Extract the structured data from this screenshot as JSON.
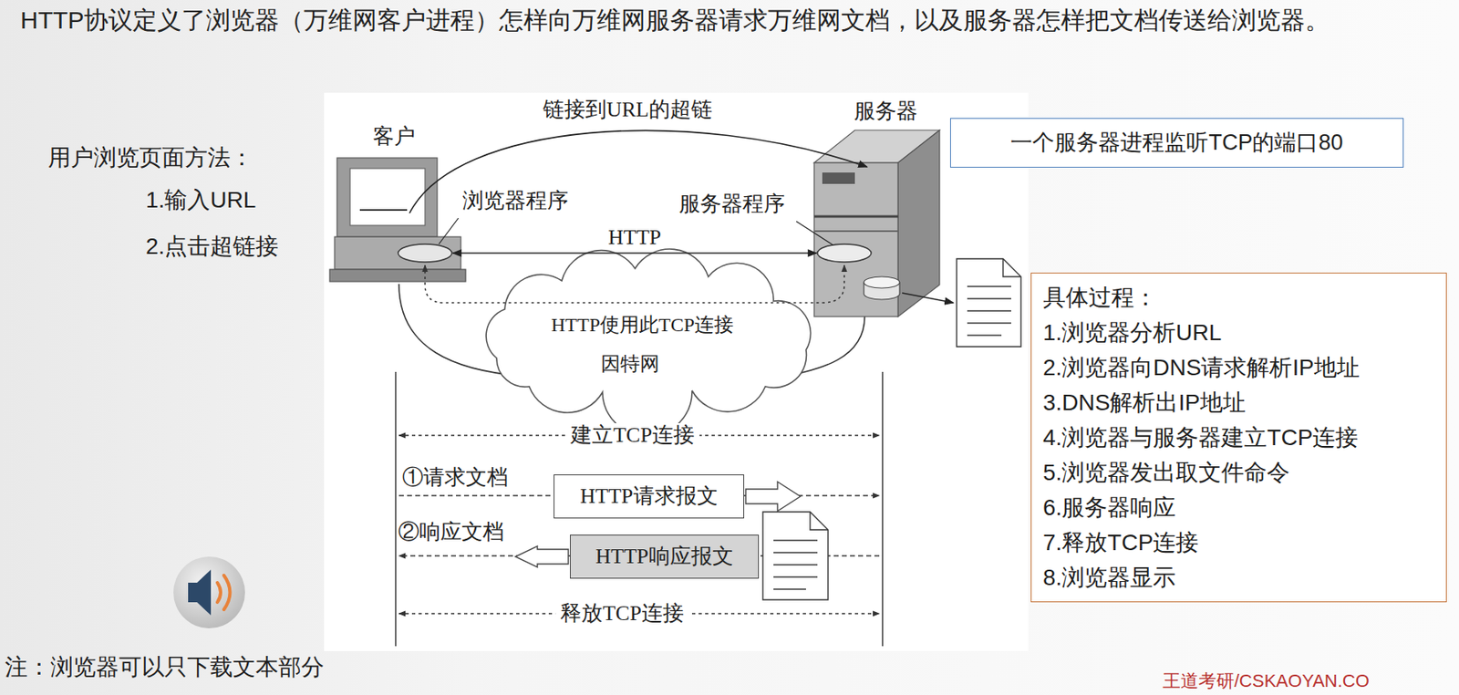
{
  "diagram": {
    "title": "HTTP协议定义了浏览器（万维网客户进程）怎样向万维网服务器请求万维网文档，以及服务器怎样把文档传送给浏览器。",
    "nodes": [
      {
        "text": [
          "一个服务器进程监听TCP的端口80"
        ]
      },
      {
        "text": [
          "浏览器程序"
        ]
      },
      {
        "text": [
          "服务器程序"
        ]
      },
      {
        "text": [
          "具体过程：",
          "1.浏览器分析URL",
          "2.浏览器向DNS请求解析IP地址",
          "3.DNS解析出IP地址",
          "4.浏览器与服务器建立TCP连接",
          "5.浏览器发出取文件命令",
          "6.服务器响应",
          "7.释放TCP连接",
          "8.浏览器显示"
        ]
      },
      {
        "text": [
          "HTTP请求报文"
        ]
      },
      {
        "text": [
          "HTTP响应报文"
        ]
      }
    ],
    "edges": [
      {
        "from": 1,
        "to": 2,
        "label": "HTTP",
        "arrow": "both"
      }
    ],
    "labels": [
      "用户浏览页面方法：",
      "1.输入URL",
      "2.点击超链接",
      "客户",
      "服务器",
      "链接到URL的超链",
      "HTTP使用此TCP连接",
      "因特网",
      "建立TCP连接",
      "①请求文档",
      "②响应文档",
      "释放TCP连接",
      "注：浏览器可以只下载文本部分",
      "王道考研/CSKAOYAN.CO"
    ]
  }
}
